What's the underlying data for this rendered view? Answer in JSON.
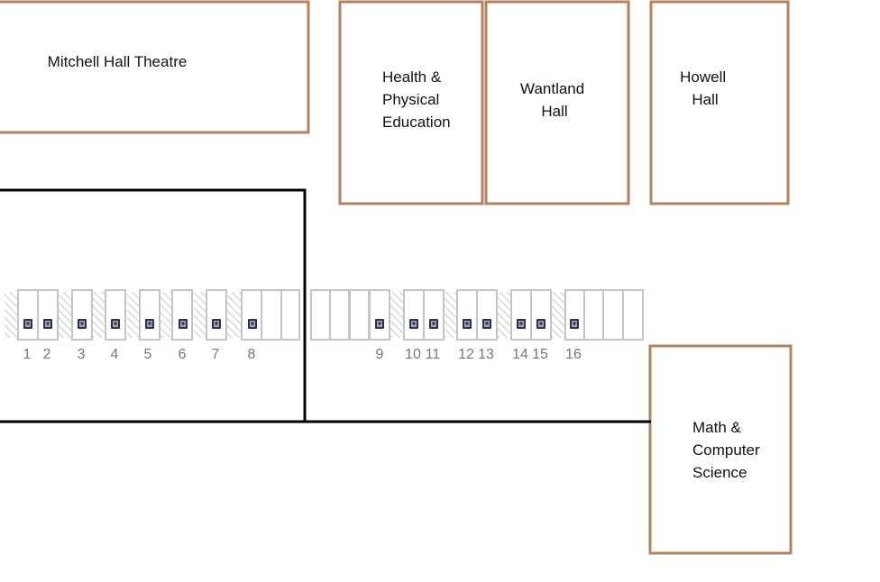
{
  "colors": {
    "building_outline": "#b5825f",
    "boundary": "#000000",
    "stall_outline": "#c4c4c4",
    "hatch": "#c9c9c9",
    "accessible_icon_fill": "#2f3446",
    "label_text": "#111111",
    "number_text": "#777777"
  },
  "buildings": [
    {
      "id": "mitchell-hall-theatre",
      "lines": [
        "Mitchell Hall Theatre"
      ]
    },
    {
      "id": "health-physical-education",
      "lines": [
        "Health &",
        "Physical",
        "Education"
      ]
    },
    {
      "id": "wantland-hall",
      "lines": [
        "Wantland",
        "Hall"
      ]
    },
    {
      "id": "howell-hall",
      "lines": [
        "Howell",
        "Hall"
      ]
    },
    {
      "id": "math-computer-science",
      "lines": [
        "Math &",
        "Computer",
        "Science"
      ]
    }
  ],
  "accessible_spaces": {
    "icon": "wheelchair-icon",
    "numbers": [
      "1",
      "2",
      "3",
      "4",
      "5",
      "6",
      "7",
      "8",
      "9",
      "10",
      "11",
      "12",
      "13",
      "14",
      "15",
      "16"
    ]
  }
}
